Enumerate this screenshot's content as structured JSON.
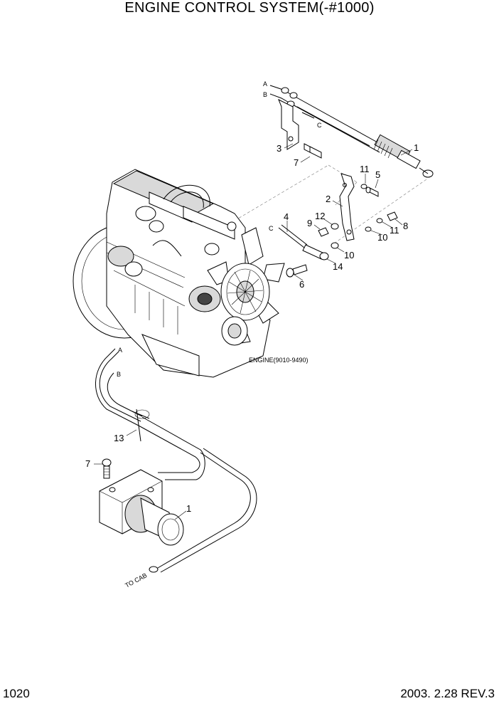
{
  "title": "ENGINE CONTROL SYSTEM(-#1000)",
  "page_number": "1020",
  "revision": "2003. 2.28  REV.3",
  "engine_label": "ENGINE(9010-9490)",
  "to_cab_label": "TO CAB",
  "connector_labels": {
    "a": "A",
    "b": "B",
    "c": "C"
  },
  "callouts": {
    "p1_top": "1",
    "p1_bottom": "1",
    "p2": "2",
    "p3": "3",
    "p4": "4",
    "p5": "5",
    "p6": "6",
    "p7_top": "7",
    "p7_bottom": "7",
    "p8": "8",
    "p9": "9",
    "p10_a": "10",
    "p10_b": "10",
    "p11_a": "11",
    "p11_b": "11",
    "p12": "12",
    "p13": "13",
    "p14": "14"
  }
}
